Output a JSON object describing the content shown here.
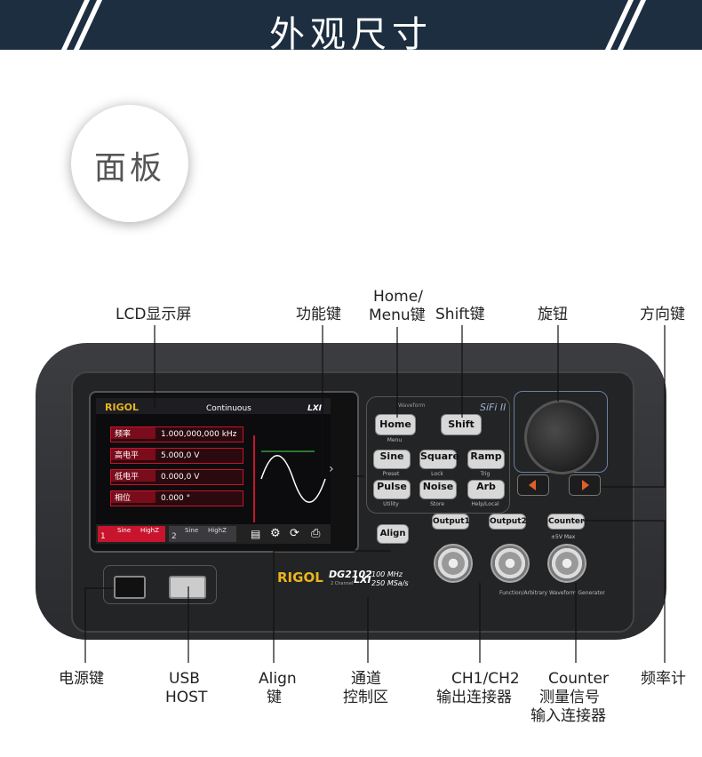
{
  "header": {
    "title": "外观尺寸"
  },
  "section": {
    "label": "面板"
  },
  "callouts_top": {
    "lcd": "LCD显示屏",
    "function_keys": "功能键",
    "home_menu_1": "Home/",
    "home_menu_2": "Menu键",
    "shift": "Shift键",
    "knob": "旋钮",
    "direction": "方向键"
  },
  "callouts_bottom": {
    "power": "电源键",
    "usb_1": "USB",
    "usb_2": "HOST",
    "align_1": "Align",
    "align_2": "键",
    "channel_1": "通道",
    "channel_2": "控制区",
    "ch_1": "CH1/CH2",
    "ch_2": "输出连接器",
    "counter_in_1": "Counter",
    "counter_in_2": "测量信号",
    "counter_in_3": "输入连接器",
    "freq_counter": "频率计"
  },
  "screen": {
    "brand": "RIGOL",
    "mode": "Continuous",
    "lxi": "LXI",
    "params": [
      {
        "name": "频率",
        "value": "1.000,000,000 kHz"
      },
      {
        "name": "高电平",
        "value": "5.000,0 V"
      },
      {
        "name": "低电平",
        "value": "0.000,0 V"
      },
      {
        "name": "相位",
        "value": "0.000 °"
      }
    ],
    "ch1": {
      "num": "1",
      "wave": "Sine",
      "load": "HighZ"
    },
    "ch2": {
      "num": "2",
      "wave": "Sine",
      "load": "HighZ"
    }
  },
  "keys": {
    "waveform_label": "Waveform",
    "home": "Home",
    "menu": "Menu",
    "shift": "Shift",
    "sine": "Sine",
    "sine_sub": "Preset",
    "square": "Square",
    "square_sub": "Lock",
    "ramp": "Ramp",
    "ramp_sub": "Trig",
    "pulse": "Pulse",
    "pulse_sub": "Utility",
    "noise": "Noise",
    "noise_sub": "Store",
    "arb": "Arb",
    "arb_sub": "Help/Local",
    "align": "Align",
    "output1": "Output1",
    "output2": "Output2",
    "counter": "Counter",
    "max": "±5V Max",
    "sifi": "SiFi II"
  },
  "model": {
    "brand": "RIGOL",
    "name": "DG2102",
    "channel": "2 Channel",
    "lxi": "LXI",
    "freq": "100 MHz",
    "rate": "250 MSa/s",
    "footer": "Function/Arbitrary Waveform Generator"
  },
  "colors": {
    "header_bg": "#1c2e3f",
    "accent_red": "#c8142c",
    "brand_yellow": "#e8b51f"
  },
  "icons": [
    "file-icon",
    "gear-icon",
    "sync-icon",
    "print-icon",
    "left-arrow-icon",
    "right-arrow-icon"
  ]
}
